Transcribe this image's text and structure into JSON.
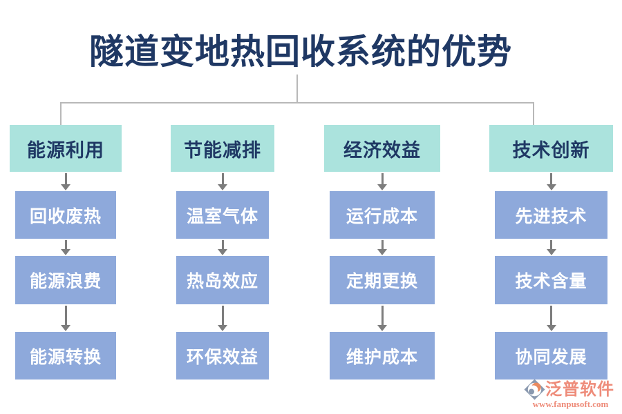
{
  "title": "隧道变地热回收系统的优势",
  "columns": [
    {
      "header": "能源利用",
      "items": [
        "回收废热",
        "能源浪费",
        "能源转换"
      ]
    },
    {
      "header": "节能减排",
      "items": [
        "温室气体",
        "热岛效应",
        "环保效益"
      ]
    },
    {
      "header": "经济效益",
      "items": [
        "运行成本",
        "定期更换",
        "维护成本"
      ]
    },
    {
      "header": "技术创新",
      "items": [
        "先进技术",
        "技术含量",
        "协同发展"
      ]
    }
  ],
  "watermark": {
    "brand": "泛普软件",
    "url": "www.fanpusoft.com"
  },
  "colors": {
    "title_text": "#1F3864",
    "header_box_bg": "#ABE3DD",
    "header_box_text": "#1F3864",
    "item_box_bg": "#8EA9DB",
    "item_box_text": "#FFFFFF",
    "arrow": "#7D7D7D",
    "connector_line": "#B8B8B8",
    "watermark_text": "#EE8C7A",
    "logo_diamond": "#8A99AF",
    "logo_crescent": "#E98A5F"
  }
}
